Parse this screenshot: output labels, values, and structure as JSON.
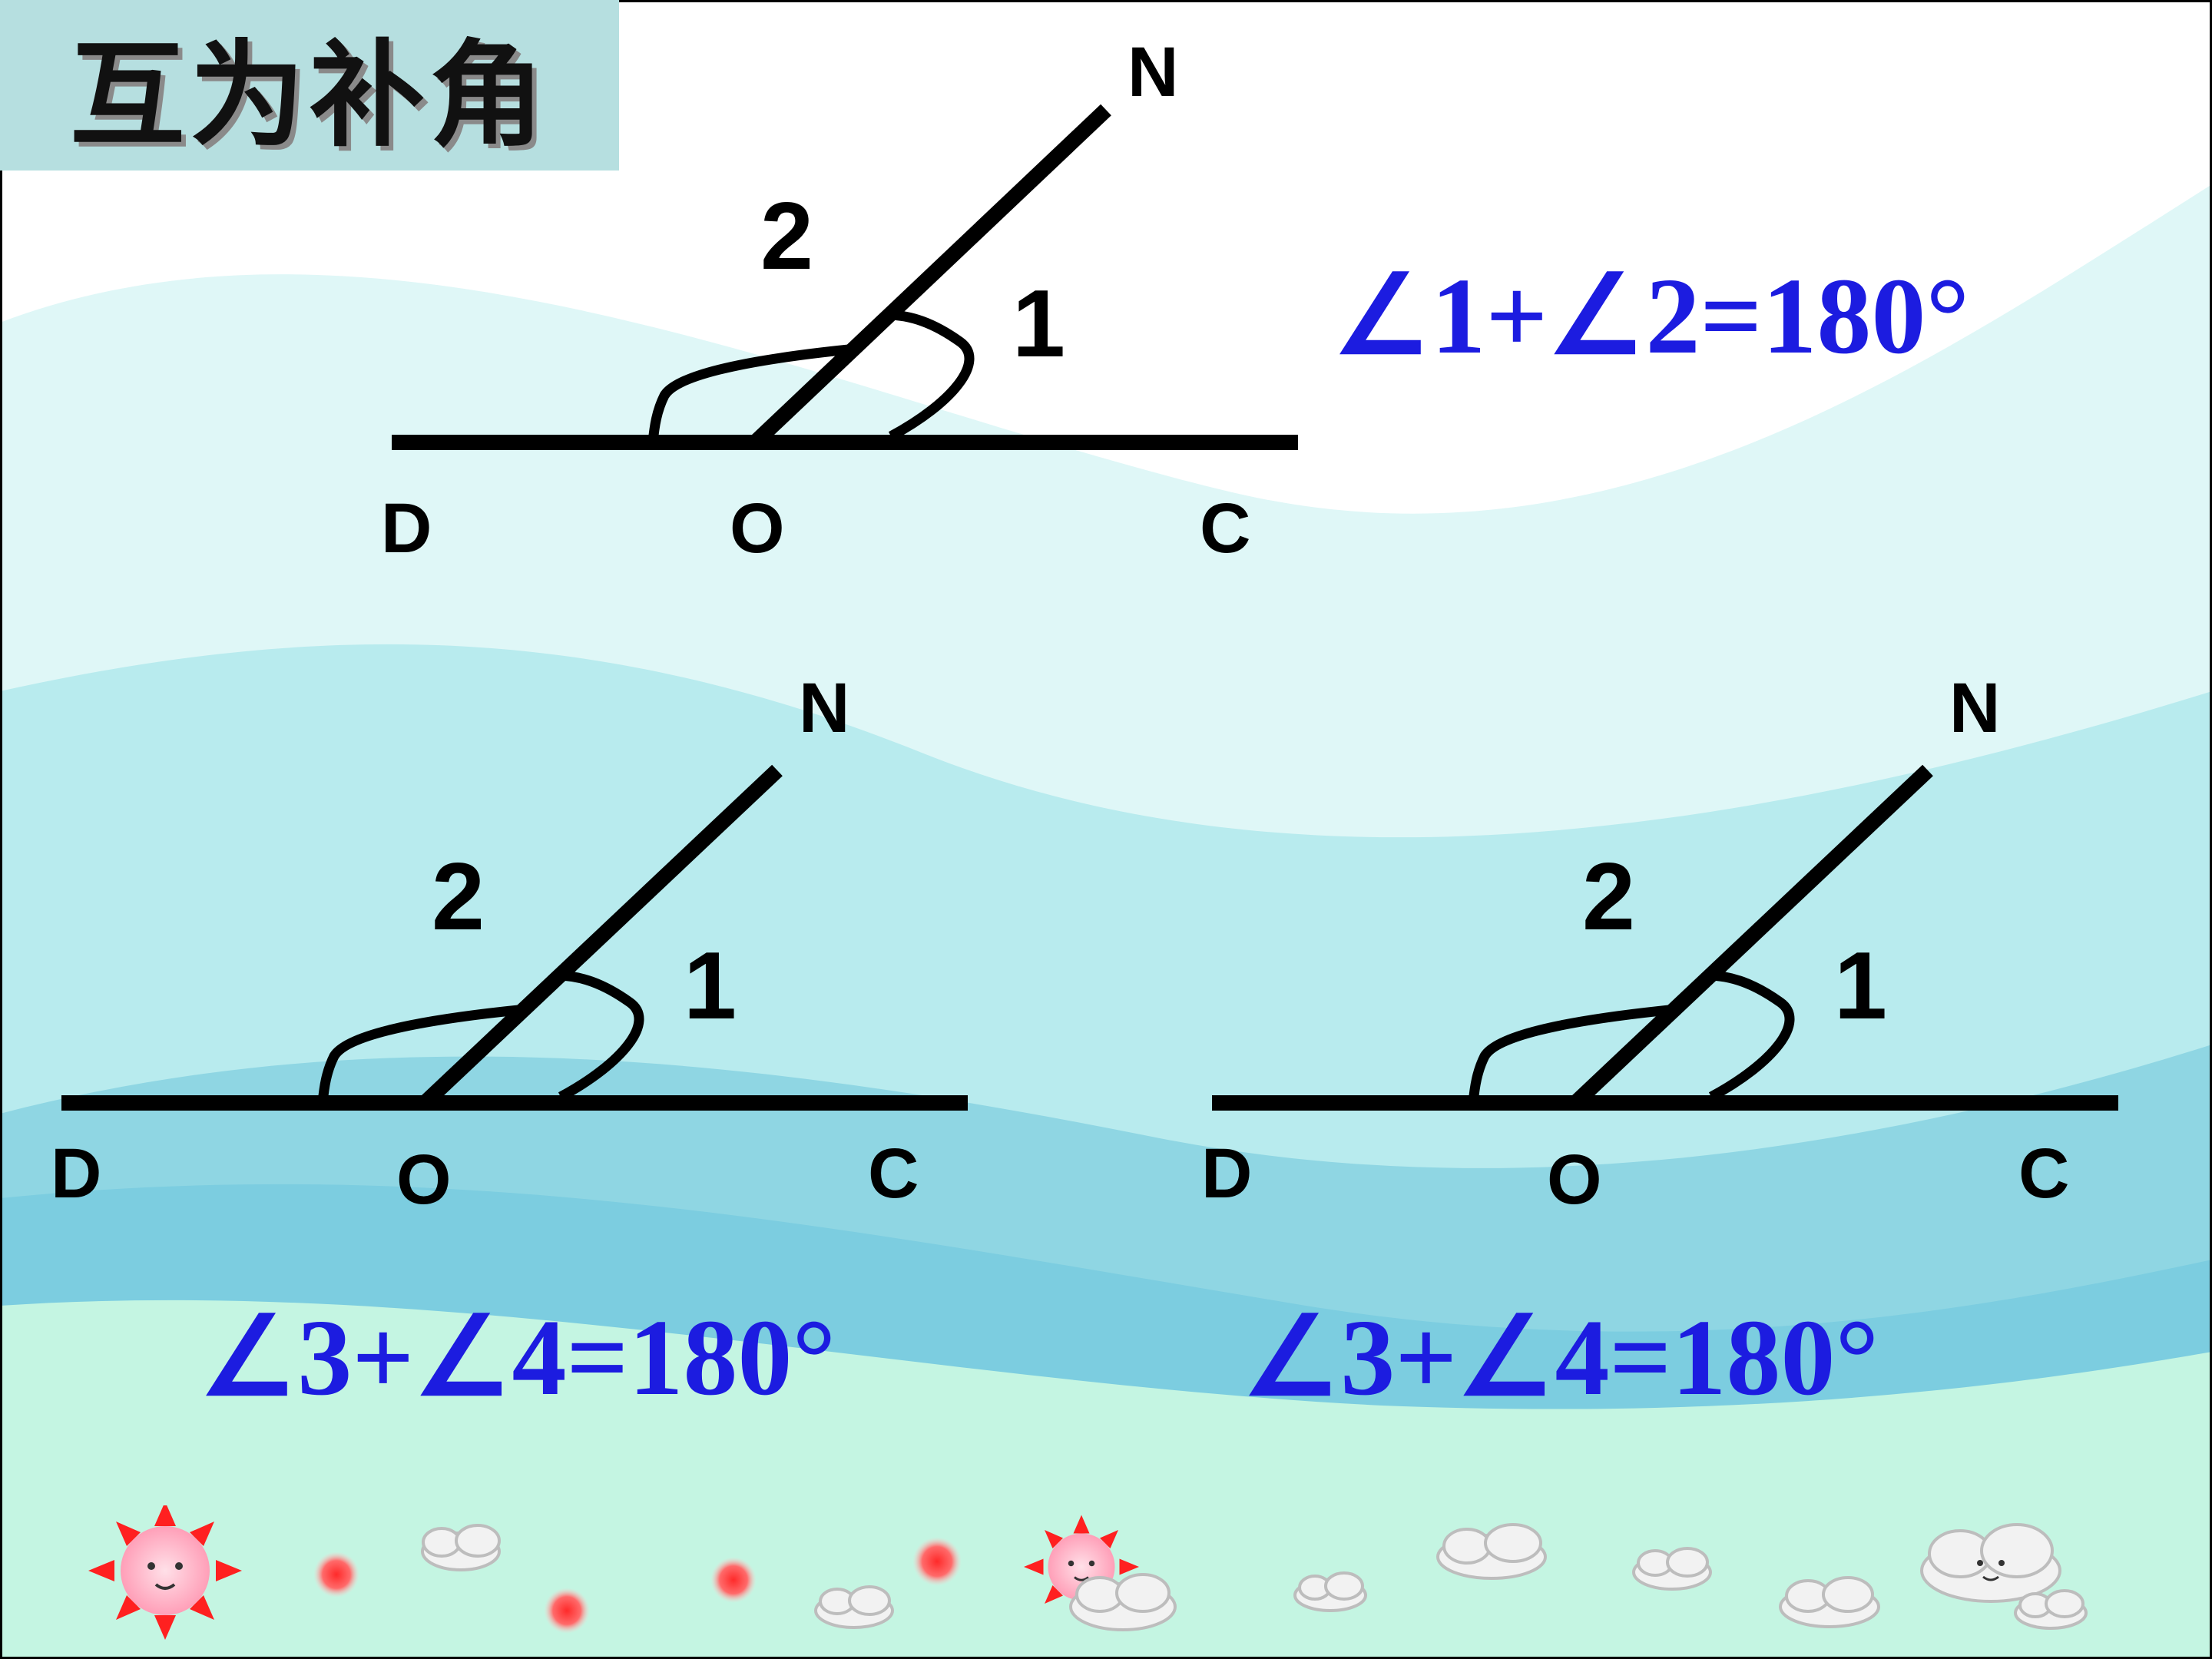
{
  "title": "互为补角",
  "colors": {
    "title_bg": "#b6dfe0",
    "equation": "#1c1ce0",
    "wave_light": "#c8f2f2",
    "wave_mid": "#9fe0e6",
    "wave_dark": "#6fc6da",
    "ground": "#c4f5e2"
  },
  "figures": [
    {
      "labels": {
        "N": "N",
        "D": "D",
        "O": "O",
        "C": "C",
        "angle1": "1",
        "angle2": "2"
      },
      "equation": "∠1+∠2=180°"
    },
    {
      "labels": {
        "N": "N",
        "D": "D",
        "O": "O",
        "C": "C",
        "angle1": "1",
        "angle2": "2"
      },
      "equation": "∠3+∠4=180°"
    },
    {
      "labels": {
        "N": "N",
        "D": "D",
        "O": "O",
        "C": "C",
        "angle1": "1",
        "angle2": "2"
      },
      "equation": "∠3+∠4=180°"
    }
  ],
  "decorations": [
    "sun-icon",
    "cloud-icon",
    "red-dot-icon"
  ]
}
